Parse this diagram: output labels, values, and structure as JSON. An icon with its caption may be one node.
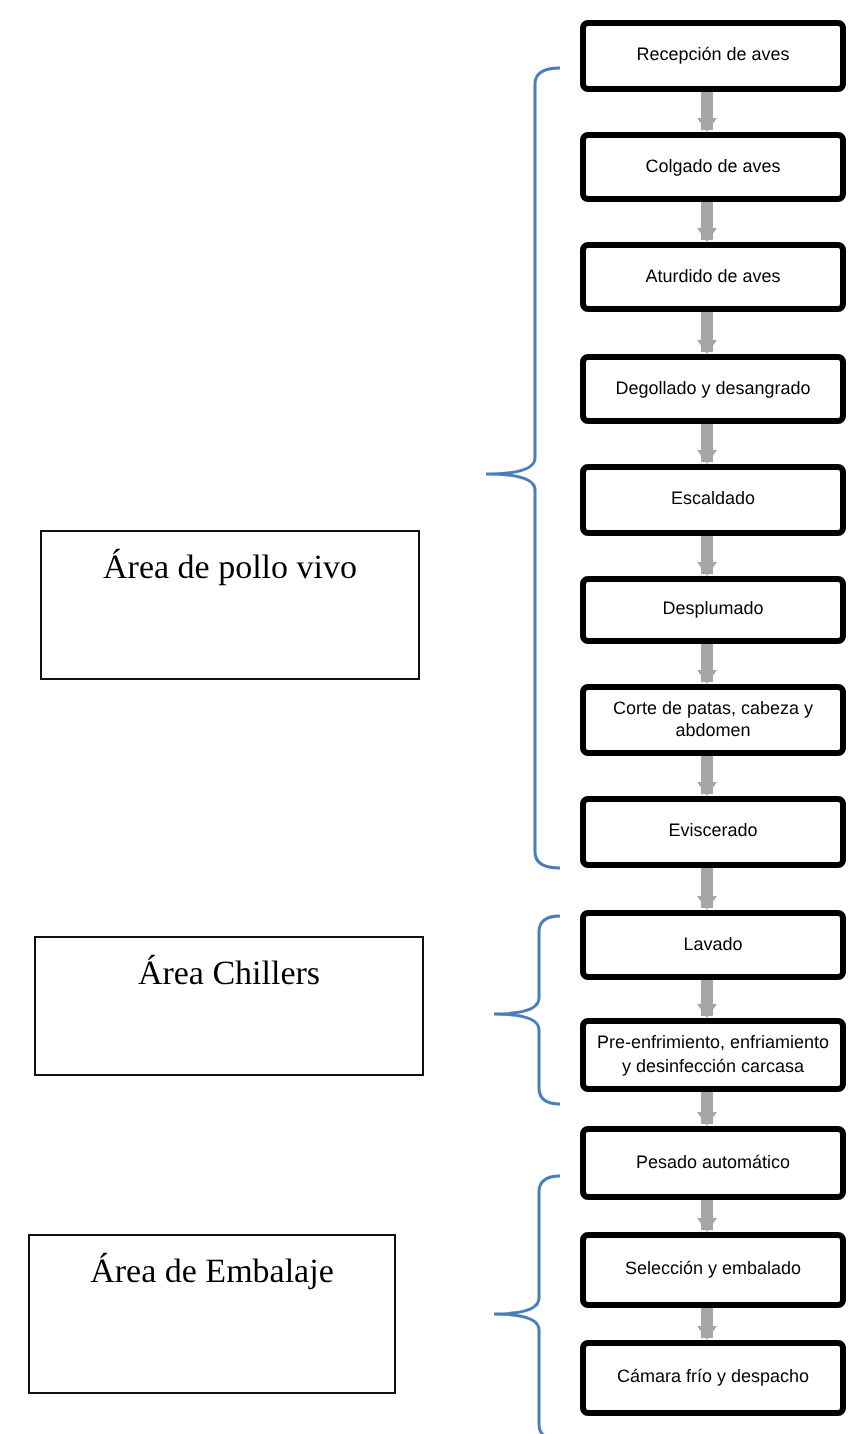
{
  "diagram": {
    "nodes": [
      {
        "text": [
          "Recepción de aves"
        ]
      },
      {
        "text": [
          "Colgado de aves"
        ]
      },
      {
        "text": [
          "Aturdido de aves"
        ]
      },
      {
        "text": [
          "Degollado y desangrado"
        ]
      },
      {
        "text": [
          "Escaldado"
        ]
      },
      {
        "text": [
          "Desplumado"
        ]
      },
      {
        "text": [
          "Corte de patas, cabeza y abdomen"
        ]
      },
      {
        "text": [
          "Eviscerado"
        ]
      },
      {
        "text": [
          "Lavado"
        ]
      },
      {
        "text": [
          "Pre-enfrimiento, enfriamiento y desinfección carcasa"
        ]
      },
      {
        "text": [
          "Pesado automático"
        ]
      },
      {
        "text": [
          "Selección y embalado"
        ]
      },
      {
        "text": [
          "Cámara frío y despacho"
        ]
      },
      {
        "text": [
          "Área de pollo vivo"
        ]
      },
      {
        "text": [
          "Área Chillers"
        ]
      },
      {
        "text": [
          "Área de Embalaje"
        ]
      }
    ],
    "edges": [
      {
        "from": 0,
        "to": 1,
        "arrow": "to"
      },
      {
        "from": 1,
        "to": 2,
        "arrow": "to"
      },
      {
        "from": 2,
        "to": 3,
        "arrow": "to"
      },
      {
        "from": 3,
        "to": 4,
        "arrow": "to"
      },
      {
        "from": 4,
        "to": 5,
        "arrow": "to"
      },
      {
        "from": 5,
        "to": 6,
        "arrow": "to"
      },
      {
        "from": 6,
        "to": 7,
        "arrow": "to"
      },
      {
        "from": 7,
        "to": 8,
        "arrow": "to"
      },
      {
        "from": 8,
        "to": 9,
        "arrow": "to"
      },
      {
        "from": 9,
        "to": 10,
        "arrow": "to"
      },
      {
        "from": 10,
        "to": 11,
        "arrow": "to"
      },
      {
        "from": 11,
        "to": 12,
        "arrow": "to"
      }
    ]
  }
}
